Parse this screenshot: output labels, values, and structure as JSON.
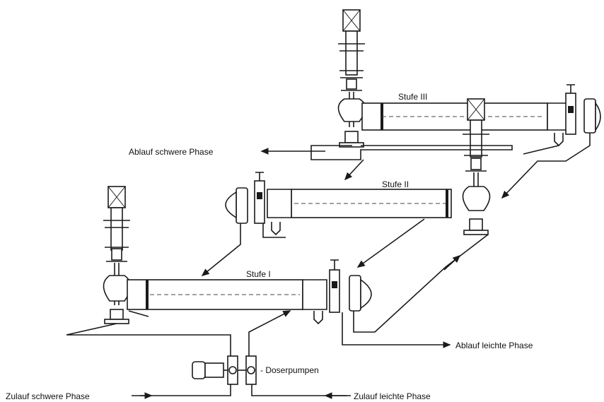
{
  "labels": {
    "stage3": "Stufe III",
    "stage2": "Stufe II",
    "stage1": "Stufe I",
    "outlet_heavy": "Ablauf schwere Phase",
    "outlet_light": "Ablauf leichte Phase",
    "dosing_pumps": "- Doserpumpen",
    "inlet_heavy": "Zulauf schwere Phase",
    "inlet_light": "Zulauf leichte Phase"
  }
}
